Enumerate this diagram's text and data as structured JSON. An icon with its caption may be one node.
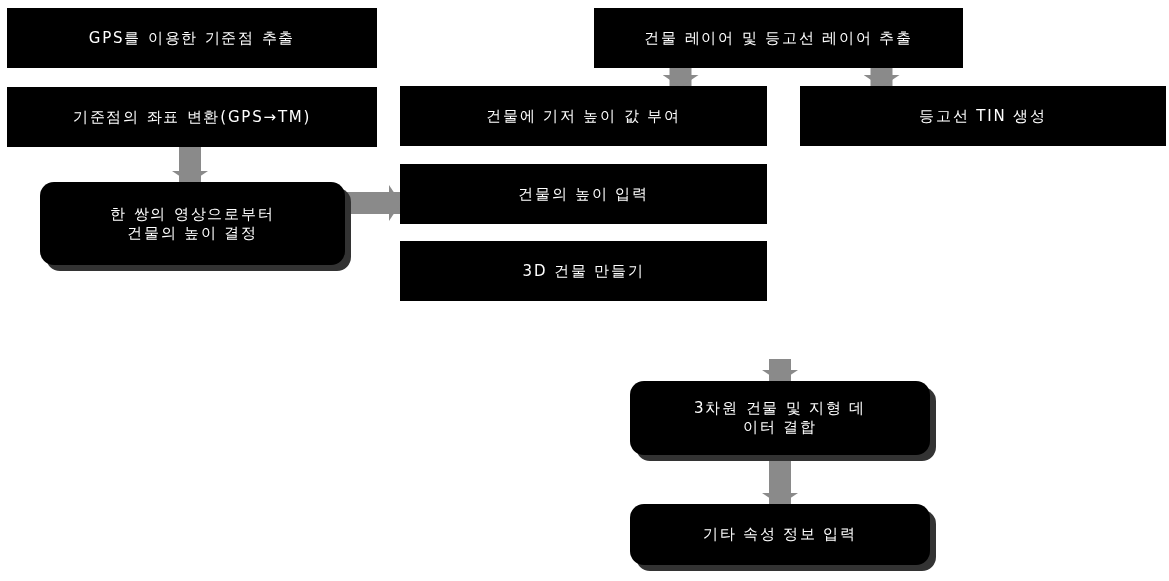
{
  "diagram": {
    "nodes": [
      {
        "text": [
          "GPS를 이용한 기준점 추출"
        ]
      },
      {
        "text": [
          "기준점의 좌표 변환(GPS→TM)"
        ]
      },
      {
        "text": [
          "한 쌍의 영상으로부터 건물의 높이 결정"
        ]
      },
      {
        "text": [
          "건물 레이어 및 등고선 레이어 추출"
        ]
      },
      {
        "text": [
          "건물에 기저 높이 값 부여"
        ]
      },
      {
        "text": [
          "등고선 TIN 생성"
        ]
      },
      {
        "text": [
          "건물의 높이 입력"
        ]
      },
      {
        "text": [
          "3D 건물 만들기"
        ]
      },
      {
        "text": [
          "3차원 건물 및 지형 데이터 결합"
        ]
      },
      {
        "text": [
          "기타 속성 정보 입력"
        ]
      }
    ],
    "edges": [
      {
        "from": 1,
        "to": 2,
        "arrow": "to"
      },
      {
        "from": 2,
        "to": 6,
        "arrow": "to"
      },
      {
        "from": 3,
        "to": 4,
        "arrow": "to"
      },
      {
        "from": 3,
        "to": 5,
        "arrow": "to"
      },
      {
        "from": null,
        "to": 8,
        "arrow": "to"
      },
      {
        "from": 8,
        "to": 9,
        "arrow": "to"
      }
    ]
  }
}
